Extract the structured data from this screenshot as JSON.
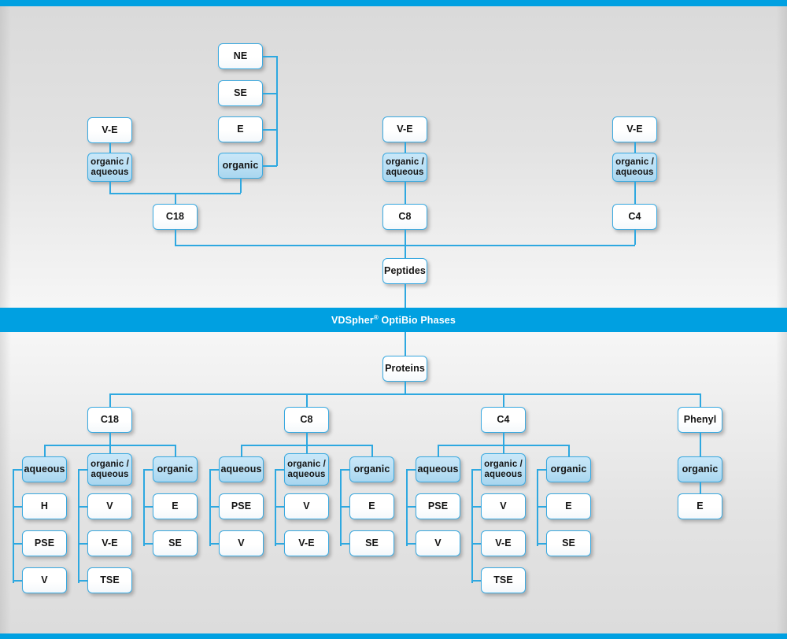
{
  "banner": {
    "text_main": "VDSpher",
    "sup": "®",
    "text_rest": " OptiBio Phases"
  },
  "diagram": {
    "type": "tree",
    "title": "VDSpher® OptiBio Phases",
    "roots": [
      "Peptides",
      "Proteins"
    ],
    "peptides_label": "Peptides",
    "proteins_label": "Proteins"
  },
  "nodes": {
    "top": {
      "c18": "C18",
      "c8": "C8",
      "c4": "C4",
      "c18_ve": "V-E",
      "c18_organic_aqueous_l1": "organic /",
      "c18_organic_aqueous_l2": "aqueous",
      "c18_organic": "organic",
      "c18_ne": "NE",
      "c18_se": "SE",
      "c18_e": "E",
      "c8_ve": "V-E",
      "c8_organic_aqueous_l1": "organic /",
      "c8_organic_aqueous_l2": "aqueous",
      "c4_ve": "V-E",
      "c4_organic_aqueous_l1": "organic /",
      "c4_organic_aqueous_l2": "aqueous"
    },
    "bottom": {
      "c18": "C18",
      "c8": "C8",
      "c4": "C4",
      "phenyl": "Phenyl",
      "aqueous": "aqueous",
      "organic_aqueous_l1": "organic /",
      "organic_aqueous_l2": "aqueous",
      "organic": "organic",
      "c18_aq_1": "H",
      "c18_aq_2": "PSE",
      "c18_aq_3": "V",
      "c18_oa_1": "V",
      "c18_oa_2": "V-E",
      "c18_oa_3": "TSE",
      "c18_or_1": "E",
      "c18_or_2": "SE",
      "c8_aq_1": "PSE",
      "c8_aq_2": "V",
      "c8_oa_1": "V",
      "c8_oa_2": "V-E",
      "c8_or_1": "E",
      "c8_or_2": "SE",
      "c4_aq_1": "PSE",
      "c4_aq_2": "V",
      "c4_oa_1": "V",
      "c4_oa_2": "V-E",
      "c4_oa_3": "TSE",
      "c4_or_1": "E",
      "c4_or_2": "SE",
      "phenyl_organic": "organic",
      "phenyl_e": "E"
    }
  },
  "colors": {
    "accent": "#00a0e1",
    "line": "#2ea8e0",
    "node_border": "#3aa9e0",
    "node_blue_fill": "#b9dff4",
    "node_white_fill": "#ffffff",
    "banner_text": "#ffffff",
    "background_light": "#f6f6f6",
    "background_dark": "#dadada"
  }
}
